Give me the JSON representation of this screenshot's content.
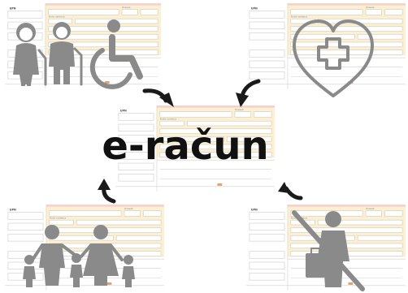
{
  "center": {
    "text": "e-račun"
  },
  "form": {
    "code": "UPN",
    "amount_label": "Znesek",
    "code_label": "Koda namena"
  },
  "colors": {
    "icon": "#8a8a8a",
    "arrow": "#1a1a1a",
    "shade": "#fdf0d0",
    "pink": "#f6d2cf"
  },
  "icons": [
    "elderly-couple-icon",
    "wheelchair-icon",
    "heart-medical-cross-icon",
    "family-icon",
    "no-business-traveler-icon"
  ]
}
